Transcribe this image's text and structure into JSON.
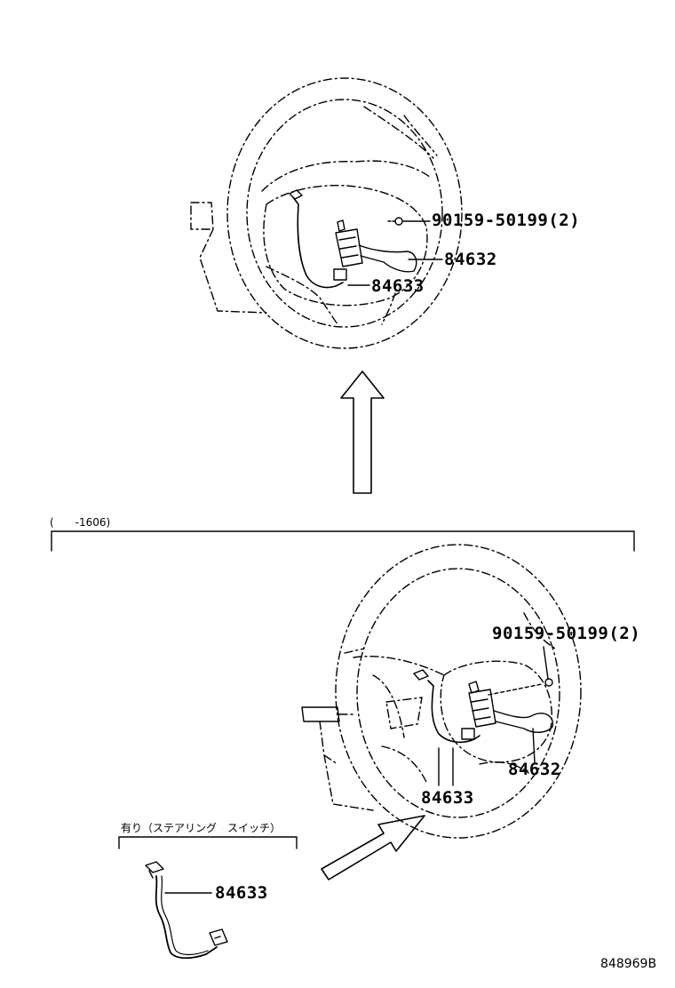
{
  "labels": {
    "top_bolt": "90159-50199(2)",
    "top_switch": "84632",
    "top_wire": "84633",
    "period": "(　　-1606)",
    "bottom_bolt": "90159-50199(2)",
    "bottom_switch": "84632",
    "bottom_wire": "84633",
    "option_caption": "有り（ステアリング　スイッチ）",
    "option_wire": "84633",
    "diagram_code": "848969B"
  }
}
